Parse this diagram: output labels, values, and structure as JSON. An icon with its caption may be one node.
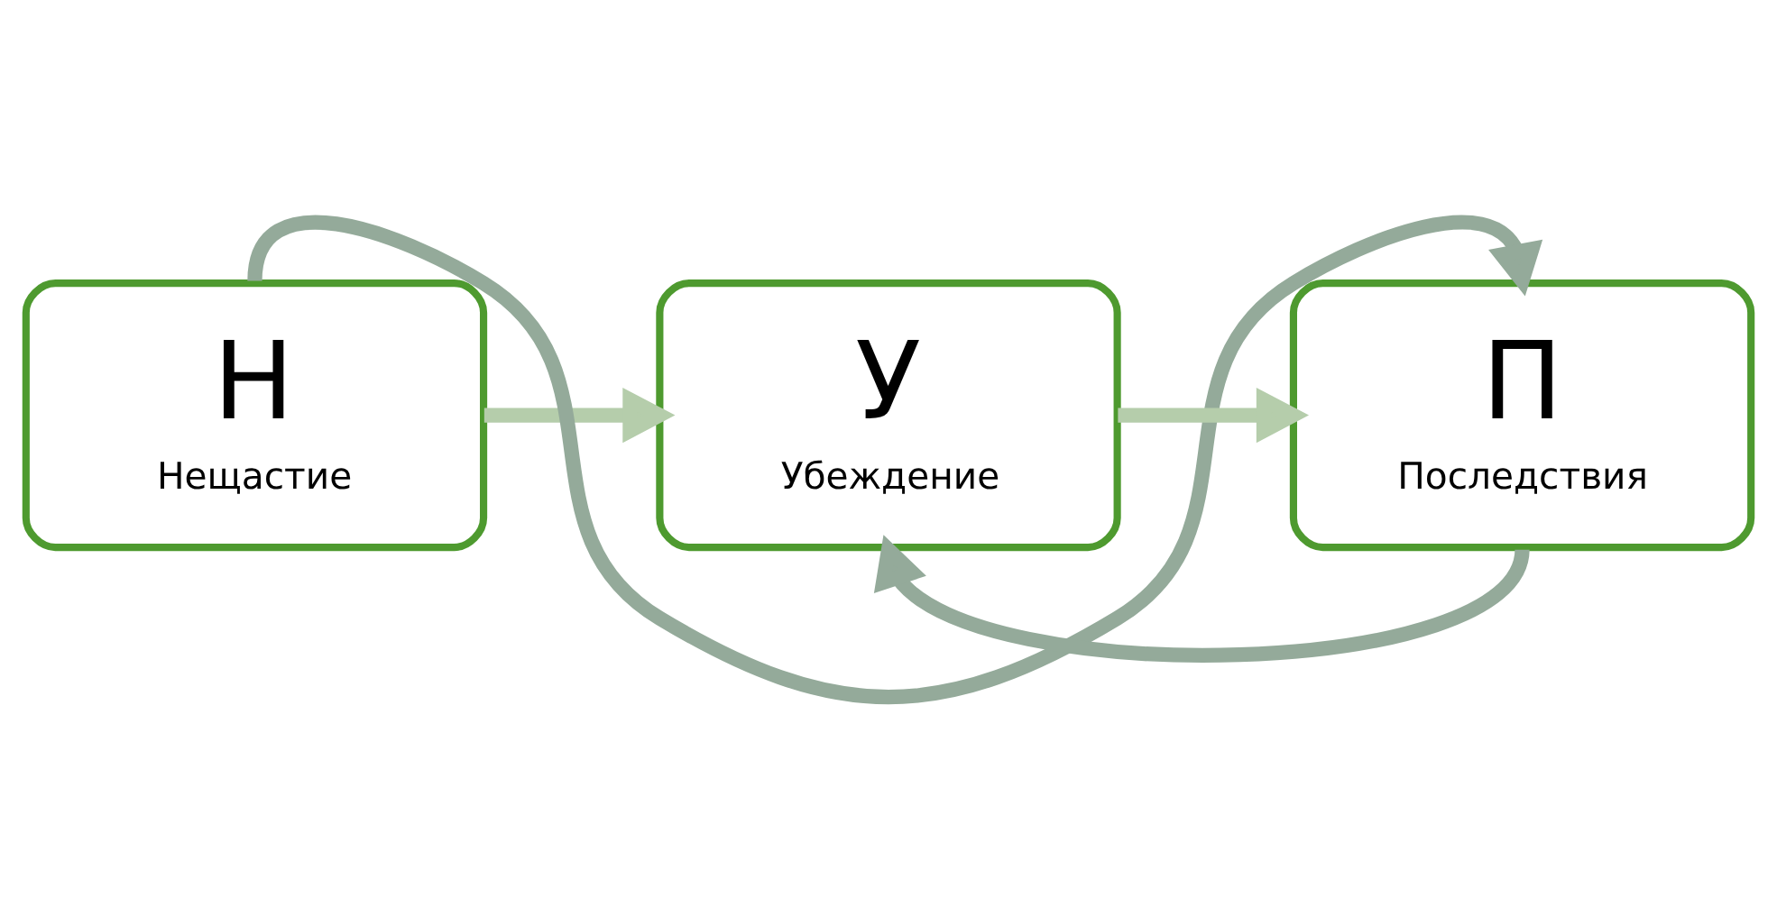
{
  "diagram": {
    "nodes": [
      {
        "text": [
          "Н",
          "Нещастие"
        ]
      },
      {
        "text": [
          "У",
          "Убеждение"
        ]
      },
      {
        "text": [
          "П",
          "Последствия"
        ]
      }
    ],
    "edges": [
      {
        "from": 0,
        "to": 1,
        "arrow": "to",
        "color": "#b5cdab"
      },
      {
        "from": 1,
        "to": 2,
        "arrow": "to",
        "color": "#b5cdab"
      },
      {
        "from": 0,
        "to": 2,
        "arrow": "to",
        "color": "#94aa9a"
      },
      {
        "from": 2,
        "to": 1,
        "arrow": "to",
        "color": "#94aa9a"
      }
    ]
  }
}
